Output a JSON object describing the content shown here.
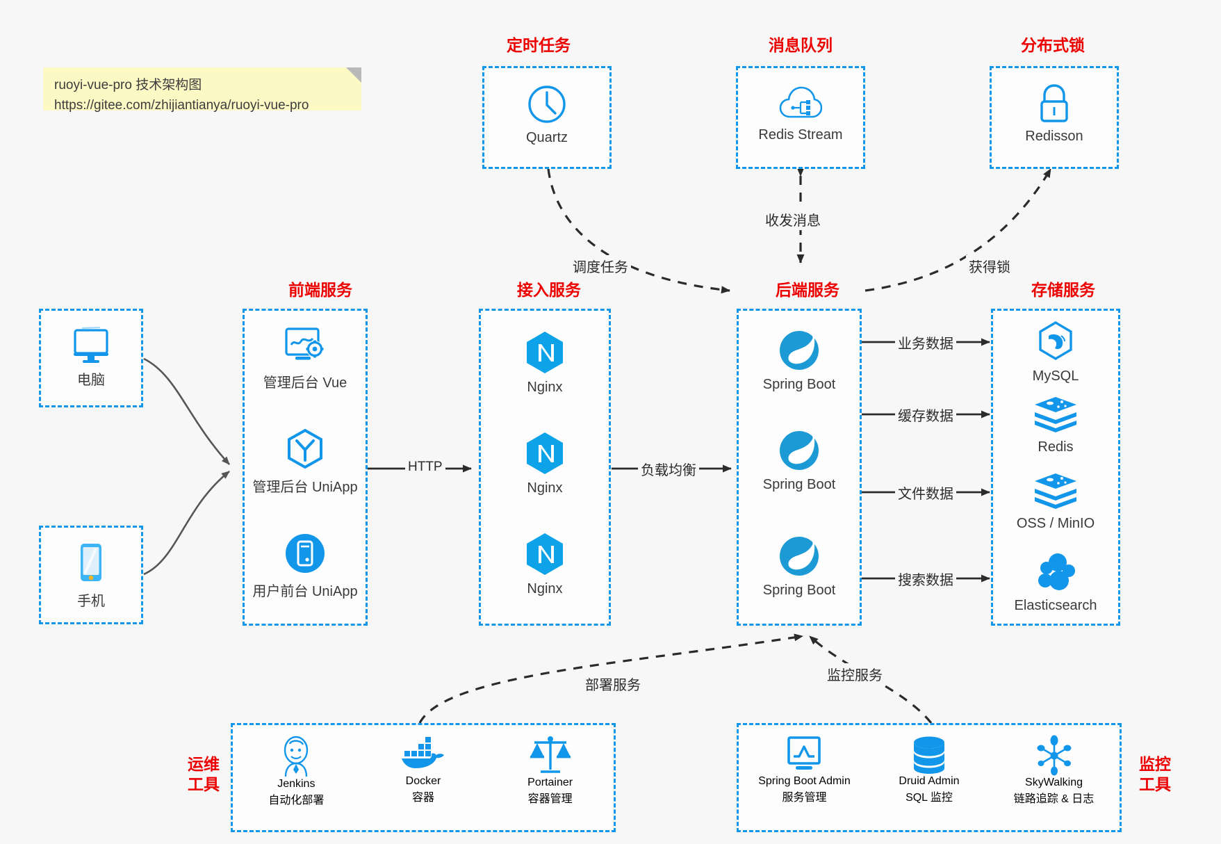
{
  "note": {
    "line1": "ruoyi-vue-pro 技术架构图",
    "line2": "https://gitee.com/zhijiantianya/ruoyi-vue-pro"
  },
  "colors": {
    "box_border": "#1296ea",
    "group_title": "#ec0000",
    "icon_blue": "#1296ea",
    "background": "#f7f7f7",
    "note_bg": "#fcf9c4",
    "edge": "#333333"
  },
  "groups": {
    "scheduler": {
      "title": "定时任务",
      "nodes": [
        {
          "label": "Quartz",
          "icon": "clock-icon"
        }
      ]
    },
    "mq": {
      "title": "消息队列",
      "nodes": [
        {
          "label": "Redis Stream",
          "icon": "cloud-stream-icon"
        }
      ]
    },
    "lock": {
      "title": "分布式锁",
      "nodes": [
        {
          "label": "Redisson",
          "icon": "lock-icon"
        }
      ]
    },
    "clients": {
      "nodes": [
        {
          "label": "电脑",
          "icon": "desktop-icon"
        },
        {
          "label": "手机",
          "icon": "mobile-icon"
        }
      ]
    },
    "frontend": {
      "title": "前端服务",
      "nodes": [
        {
          "label": "管理后台 Vue",
          "icon": "dashboard-gear-icon"
        },
        {
          "label": "管理后台 UniApp",
          "icon": "hexagon-y-icon"
        },
        {
          "label": "用户前台 UniApp",
          "icon": "app-circle-icon"
        }
      ]
    },
    "gateway": {
      "title": "接入服务",
      "nodes": [
        {
          "label": "Nginx",
          "icon": "nginx-icon"
        },
        {
          "label": "Nginx",
          "icon": "nginx-icon"
        },
        {
          "label": "Nginx",
          "icon": "nginx-icon"
        }
      ]
    },
    "backend": {
      "title": "后端服务",
      "nodes": [
        {
          "label": "Spring Boot",
          "icon": "spring-leaf-icon"
        },
        {
          "label": "Spring Boot",
          "icon": "spring-leaf-icon"
        },
        {
          "label": "Spring Boot",
          "icon": "spring-leaf-icon"
        }
      ]
    },
    "storage": {
      "title": "存储服务",
      "nodes": [
        {
          "label": "MySQL",
          "icon": "mysql-dolphin-icon"
        },
        {
          "label": "Redis",
          "icon": "redis-stack-icon"
        },
        {
          "label": "OSS / MinIO",
          "icon": "redis-stack-icon"
        },
        {
          "label": "Elasticsearch",
          "icon": "elasticsearch-icon"
        }
      ]
    },
    "devops": {
      "title": "运维\n工具",
      "title_line1": "运维",
      "title_line2": "工具",
      "nodes": [
        {
          "label": "Jenkins",
          "sublabel": "自动化部署",
          "icon": "jenkins-butler-icon"
        },
        {
          "label": "Docker",
          "sublabel": "容器",
          "icon": "docker-whale-icon"
        },
        {
          "label": "Portainer",
          "sublabel": "容器管理",
          "icon": "scales-icon"
        }
      ]
    },
    "monitor": {
      "title_line1": "监控",
      "title_line2": "工具",
      "nodes": [
        {
          "label": "Spring Boot Admin",
          "sublabel": "服务管理",
          "icon": "monitor-chart-icon"
        },
        {
          "label": "Druid Admin",
          "sublabel": "SQL 监控",
          "icon": "database-icon"
        },
        {
          "label": "SkyWalking",
          "sublabel": "链路追踪 & 日志",
          "icon": "skywalking-icon"
        }
      ]
    }
  },
  "edges": {
    "http": "HTTP",
    "load_balance": "负载均衡",
    "schedule_task": "调度任务",
    "send_receive_message": "收发消息",
    "acquire_lock": "获得锁",
    "business_data": "业务数据",
    "cache_data": "缓存数据",
    "file_data": "文件数据",
    "search_data": "搜索数据",
    "deploy_service": "部署服务",
    "monitor_service": "监控服务"
  }
}
